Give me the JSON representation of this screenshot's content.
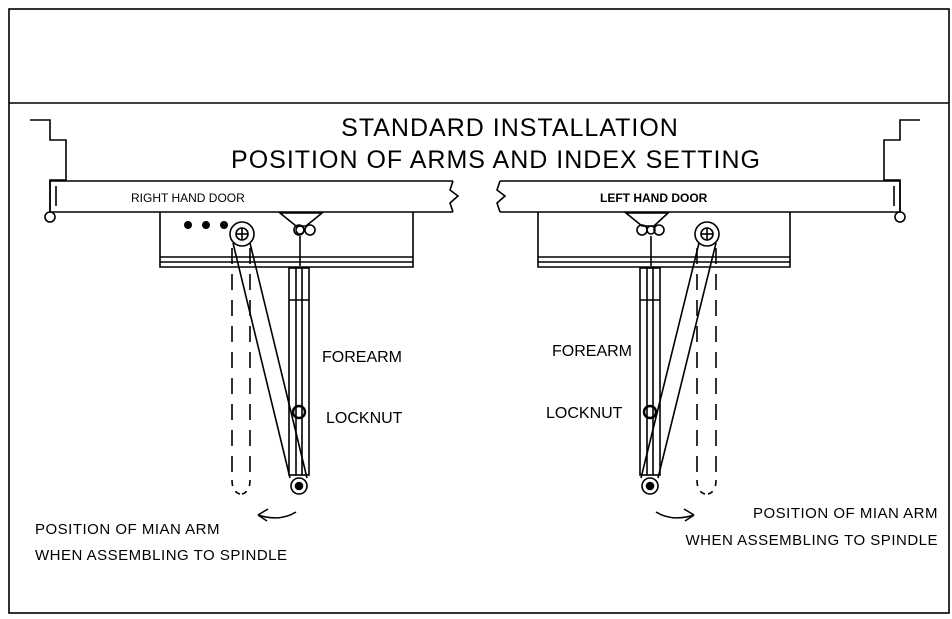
{
  "title": {
    "line1": "STANDARD  INSTALLATION",
    "line2": "POSITION  OF  ARMS  AND  INDEX  SETTING"
  },
  "right_door": {
    "label": "RIGHT HAND DOOR",
    "forearm": "FOREARM",
    "locknut": "LOCKNUT",
    "caption_line1": "POSITION  OF  MIAN  ARM",
    "caption_line2": "WHEN  ASSEMBLING  TO  SPINDLE"
  },
  "left_door": {
    "label": "LEFT HAND DOOR",
    "forearm": "FOREARM",
    "locknut": "LOCKNUT",
    "caption_line1": "POSITION  OF  MIAN  ARM",
    "caption_line2": "WHEN  ASSEMBLING  TO  SPINDLE"
  }
}
